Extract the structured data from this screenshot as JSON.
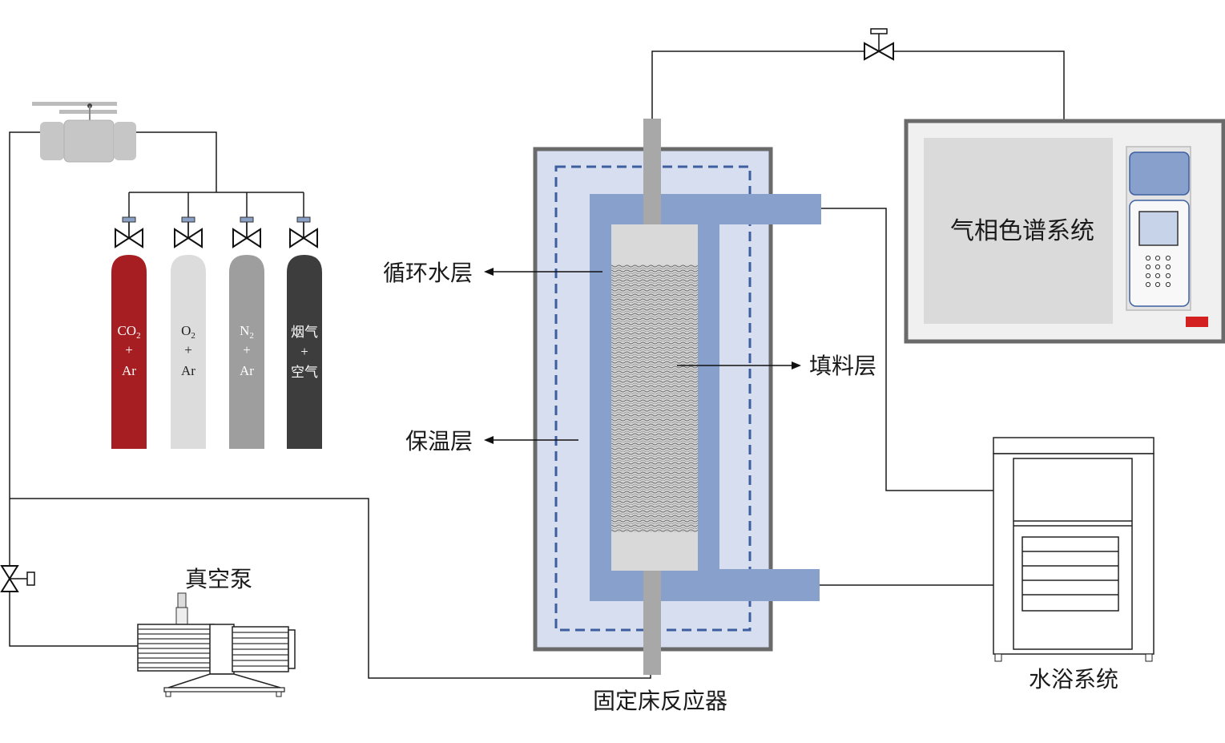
{
  "labels": {
    "circulating_water_layer": "循环水层",
    "insulation_layer": "保温层",
    "packing_layer": "填料层",
    "reactor": "固定床反应器",
    "vacuum_pump": "真空泵",
    "gc_system": "气相色谱系统",
    "water_bath": "水浴系统"
  },
  "cylinders": [
    {
      "line1": "CO",
      "sub": "2",
      "line2": "+",
      "line3": "Ar",
      "color": "#a61e22"
    },
    {
      "line1": "O",
      "sub": "2",
      "line2": "+",
      "line3": "Ar",
      "color": "#dcdcdc"
    },
    {
      "line1": "N",
      "sub": "2",
      "line2": "+",
      "line3": "Ar",
      "color": "#9e9e9e"
    },
    {
      "line1": "烟气",
      "sub": "",
      "line2": "+",
      "line3": "空气",
      "color": "#3d3d3d"
    }
  ],
  "colors": {
    "jacket_blue": "#88a0cc",
    "insulation_fill": "#d6def0",
    "dashed_border": "#3d5fa0",
    "housing_gray": "#6a6a6a",
    "packing_gray": "#b3b3b3",
    "indicator_red": "#d32020"
  }
}
